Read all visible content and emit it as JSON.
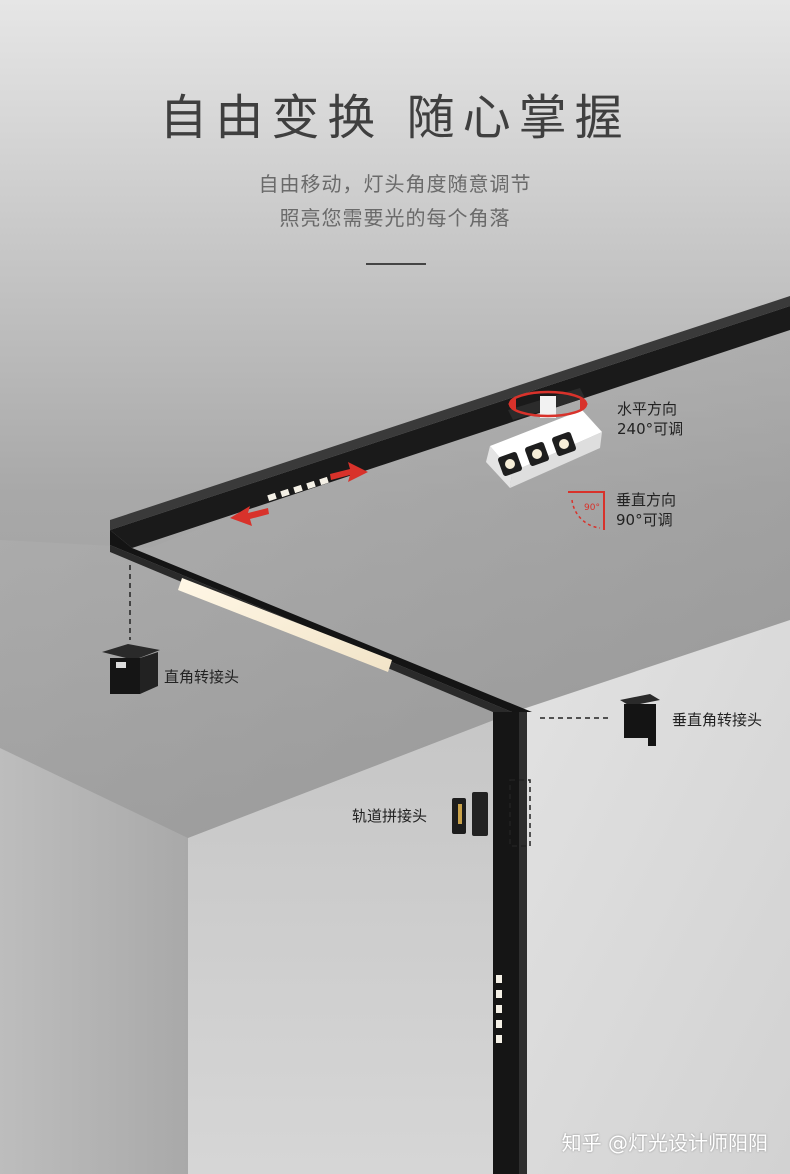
{
  "header": {
    "title": "自由变换 随心掌握",
    "subtitle_line1": "自由移动，灯头角度随意调节",
    "subtitle_line2": "照亮您需要光的每个角落"
  },
  "callouts": {
    "horizontal_label_line1": "水平方向",
    "horizontal_label_line2": "240°可调",
    "vertical_label_line1": "垂直方向",
    "vertical_label_line2": "90°可调",
    "angle_badge": "90°",
    "right_angle_connector": "直角转接头",
    "vertical_right_angle_connector": "垂直角转接头",
    "track_splice_connector": "轨道拼接头"
  },
  "watermark": "知乎 @灯光设计师阳阳",
  "colors": {
    "accent_red": "#d8322b",
    "track_black": "#141414",
    "led_glow": "#fff4dc"
  }
}
